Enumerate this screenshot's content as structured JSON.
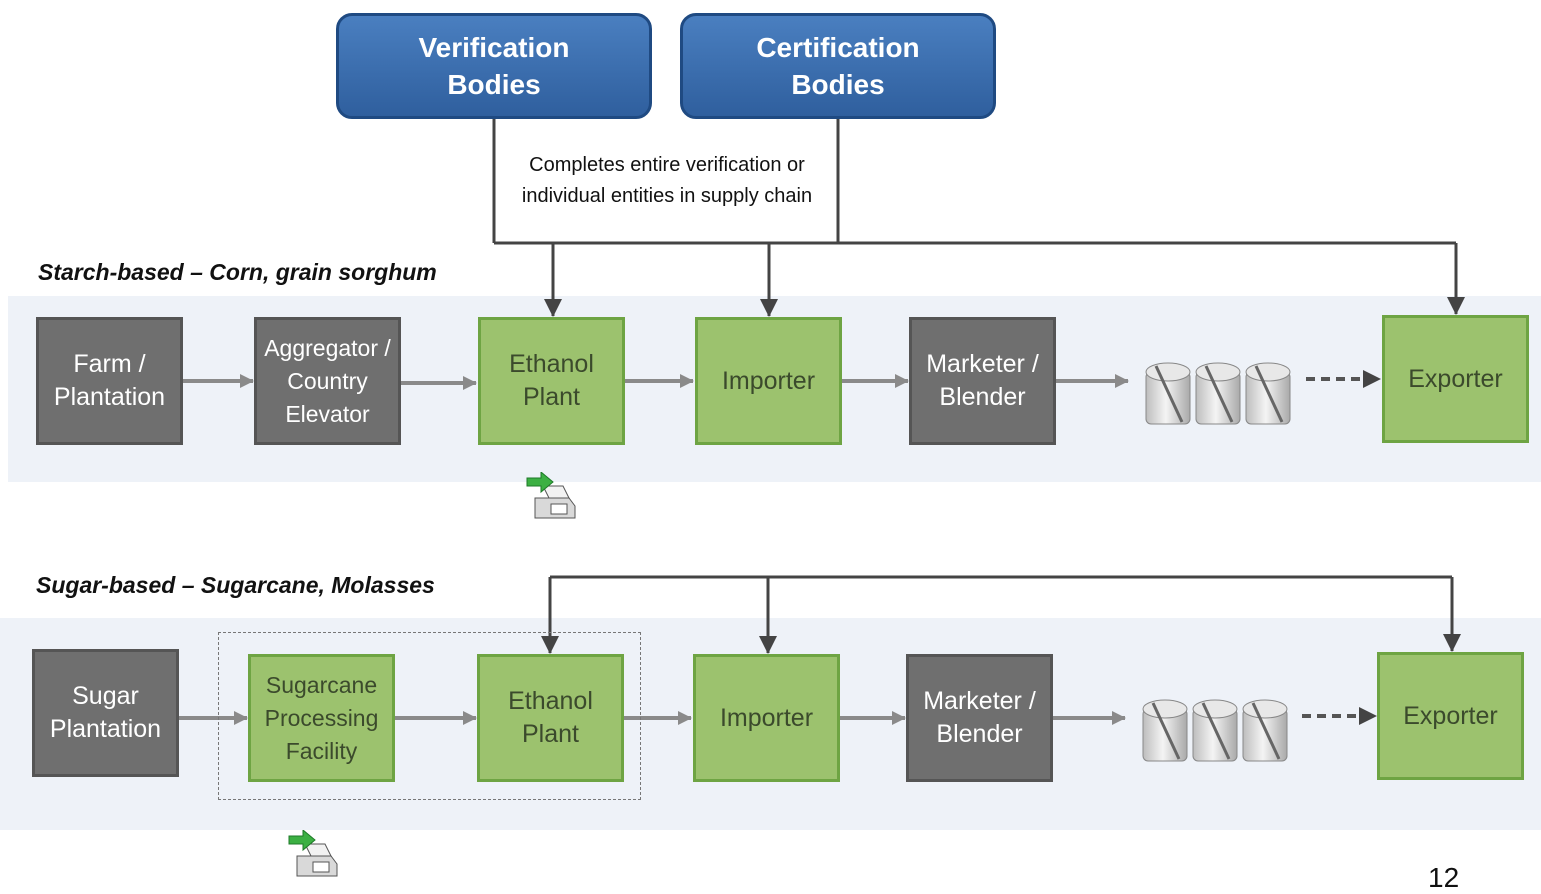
{
  "top_bodies": {
    "verification": "Verification\nBodies",
    "certification": "Certification\nBodies",
    "note": "Completes entire verification or\nindividual entities in supply chain"
  },
  "starch_chain": {
    "title": "Starch-based – Corn, grain sorghum",
    "farm": "Farm /\nPlantation",
    "aggregator": "Aggregator /\nCountry\nElevator",
    "ethanol": "Ethanol\nPlant",
    "importer": "Importer",
    "marketer": "Marketer /\nBlender",
    "exporter": "Exporter"
  },
  "sugar_chain": {
    "title": "Sugar-based – Sugarcane, Molasses",
    "plantation": "Sugar\nPlantation",
    "processing": "Sugarcane\nProcessing\nFacility",
    "ethanol": "Ethanol\nPlant",
    "importer": "Importer",
    "marketer": "Marketer /\nBlender",
    "exporter": "Exporter"
  },
  "icons": {
    "tanks": "storage-tanks-icon",
    "export": "export-icon"
  },
  "colors": {
    "gray_box": "#6f6f6f",
    "green_box": "#9cc26e",
    "blue_box": "#2f5f9e",
    "band": "#eef2f8"
  },
  "page_number": "12"
}
